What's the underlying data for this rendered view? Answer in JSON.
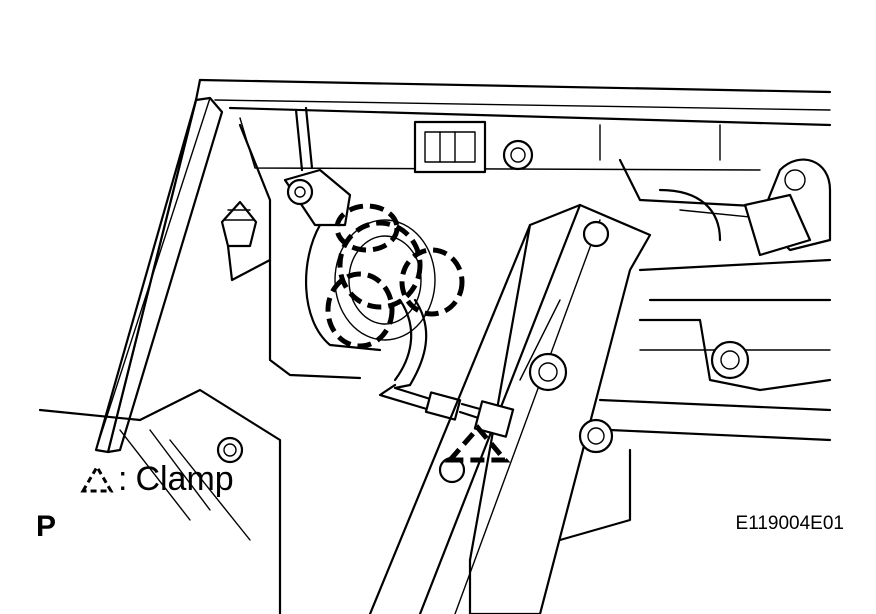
{
  "legend": {
    "symbol_icon": "dashed-triangle-clamp-icon",
    "separator": ":",
    "label": "Clamp"
  },
  "page_letter": "P",
  "figure_code": "E119004E01"
}
